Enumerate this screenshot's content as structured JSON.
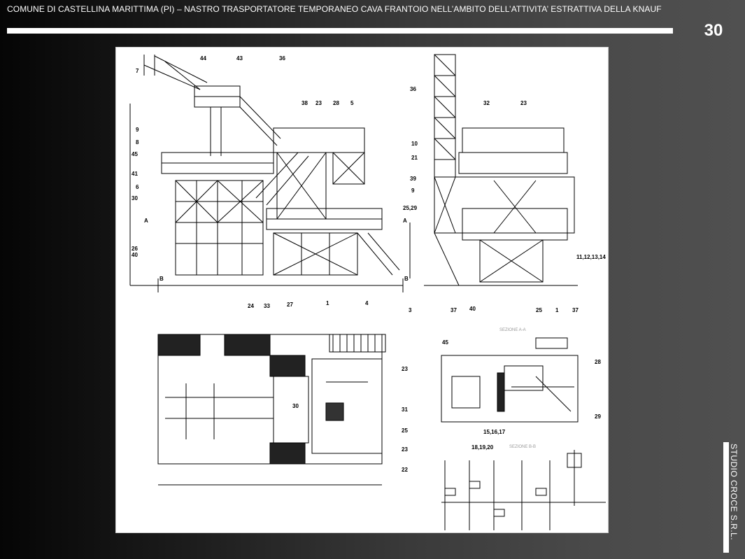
{
  "header": {
    "title": "COMUNE DI CASTELLINA MARITTIMA (PI) – NASTRO TRASPORTATORE TEMPORANEO CAVA FRANTOIO NELL’AMBITO DELL’ATTIVITA’  ESTRATTIVA DELLA KNAUF",
    "page_number": "30"
  },
  "footer": {
    "company": "STUDIO CROCE S.R.L."
  },
  "drawing": {
    "side_view_labels": [
      "44",
      "43",
      "36",
      "7",
      "38",
      "23",
      "28",
      "5",
      "9",
      "8",
      "45",
      "41",
      "6",
      "30",
      "26",
      "40",
      "10",
      "21",
      "9",
      "25,29",
      "1",
      "4",
      "A",
      "A",
      "B",
      "B"
    ],
    "front_view_labels": [
      "36",
      "32",
      "23",
      "39",
      "11,12,13,14",
      "3",
      "37",
      "40",
      "25",
      "1",
      "37"
    ],
    "plan_view_labels": [
      "24",
      "33",
      "27",
      "23",
      "31",
      "30",
      "25",
      "23",
      "22"
    ],
    "section_aa_title": "SEZIONE A-A",
    "section_aa_labels": [
      "45",
      "28",
      "29",
      "15,16,17"
    ],
    "section_bb_title": "SEZIONE B-B",
    "section_bb_labels": [
      "18,19,20"
    ]
  }
}
